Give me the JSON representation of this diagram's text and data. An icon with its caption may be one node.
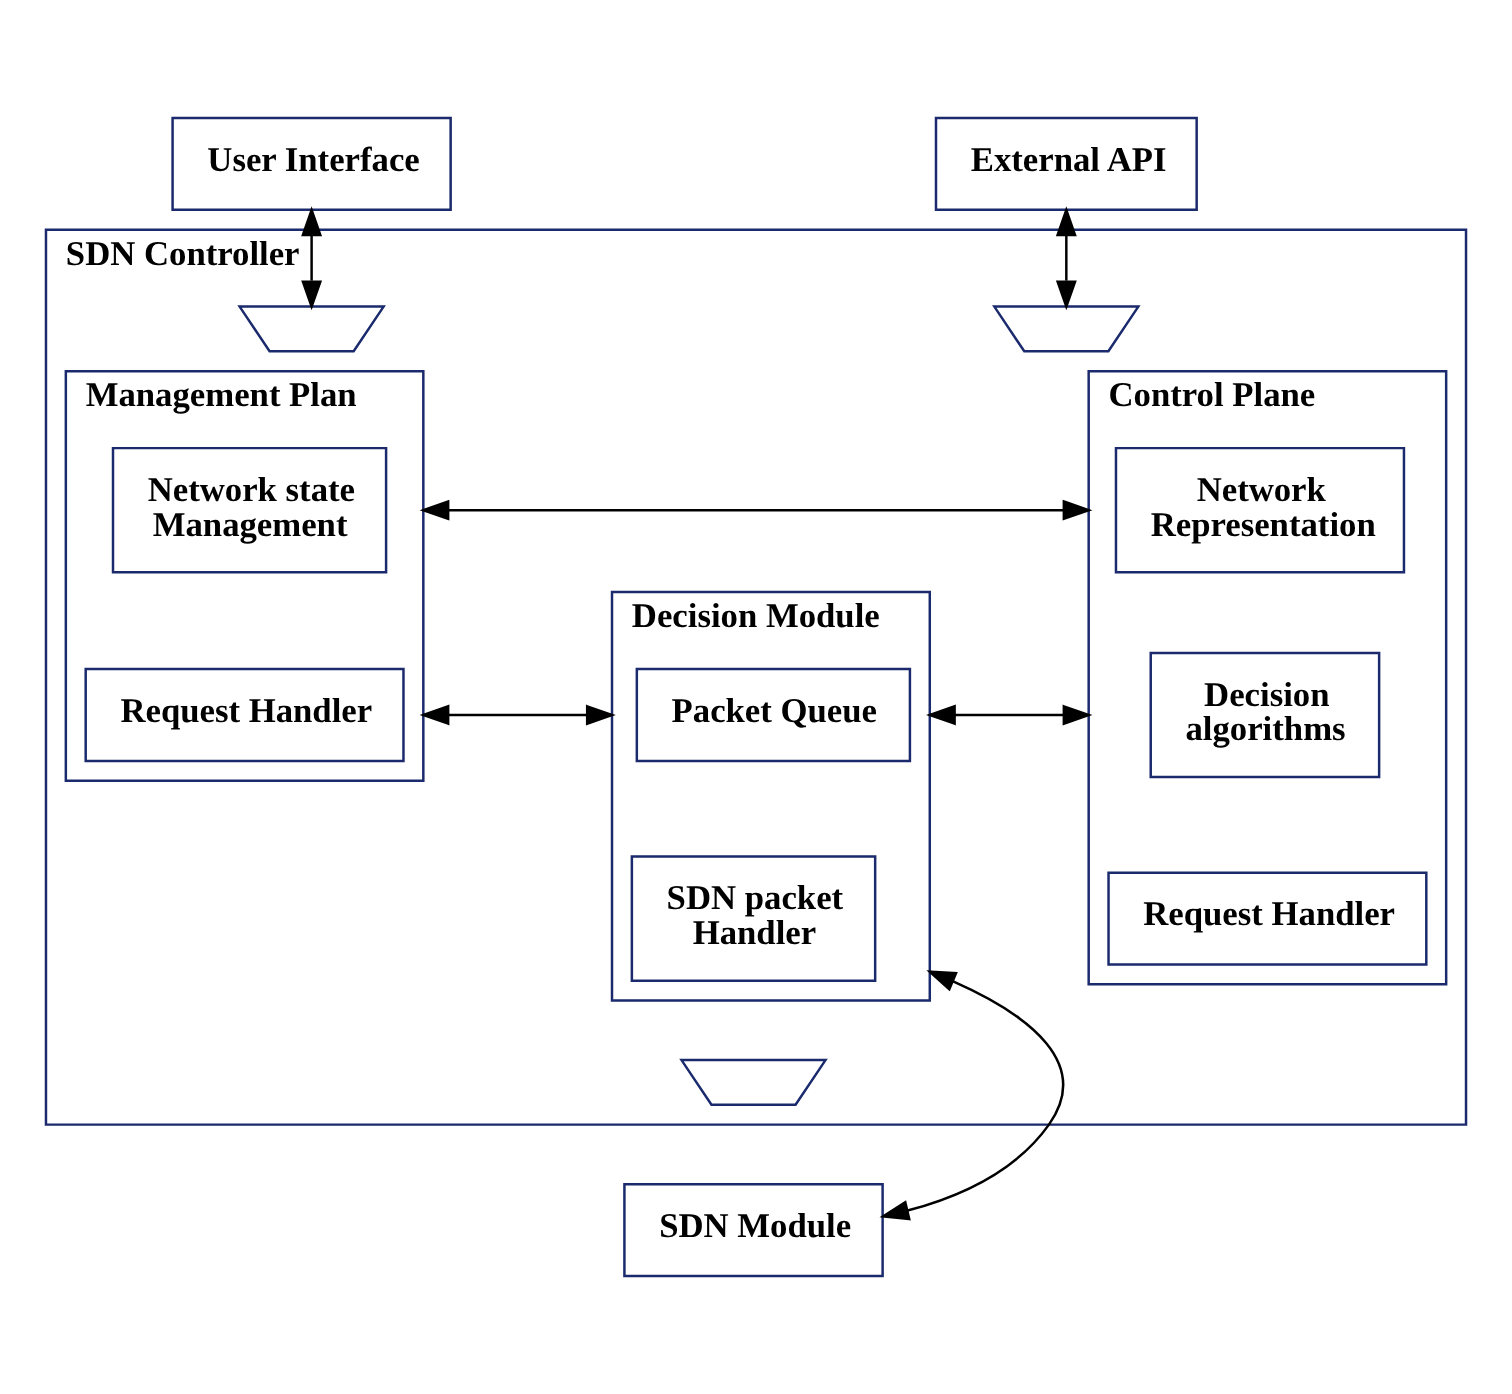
{
  "diagram": {
    "nodes": [
      {
        "text": [
          "User Interface"
        ]
      },
      {
        "text": [
          "External API"
        ]
      },
      {
        "text": [
          "SDN Controller"
        ]
      },
      {
        "text": [],
        "shape": "trapezoid",
        "in": 2
      },
      {
        "text": [],
        "shape": "trapezoid",
        "in": 2
      },
      {
        "text": [
          "Management Plan"
        ],
        "in": 2
      },
      {
        "text": [
          "Network state Management"
        ],
        "in": 5
      },
      {
        "text": [
          "Request Handler"
        ],
        "in": 5
      },
      {
        "text": [
          "Control Plane"
        ],
        "in": 2
      },
      {
        "text": [
          "Network Representation"
        ],
        "in": 8
      },
      {
        "text": [
          "Decision algorithms"
        ],
        "in": 8
      },
      {
        "text": [
          "Request Handler"
        ],
        "in": 8
      },
      {
        "text": [
          "Decision Module"
        ],
        "in": 2
      },
      {
        "text": [
          "Packet Queue"
        ],
        "in": 12
      },
      {
        "text": [
          "SDN packet Handler"
        ],
        "in": 12
      },
      {
        "text": [],
        "shape": "trapezoid",
        "in": 2
      },
      {
        "text": [
          "SDN Module"
        ]
      }
    ],
    "edges": [
      {
        "from": 0,
        "to": 3,
        "arrow": "both"
      },
      {
        "from": 1,
        "to": 4,
        "arrow": "both"
      },
      {
        "from": 5,
        "to": 8,
        "arrow": "both"
      },
      {
        "from": 5,
        "to": 12,
        "arrow": "both"
      },
      {
        "from": 12,
        "to": 8,
        "arrow": "both"
      },
      {
        "from": 12,
        "to": 16,
        "arrow": "both"
      }
    ]
  }
}
